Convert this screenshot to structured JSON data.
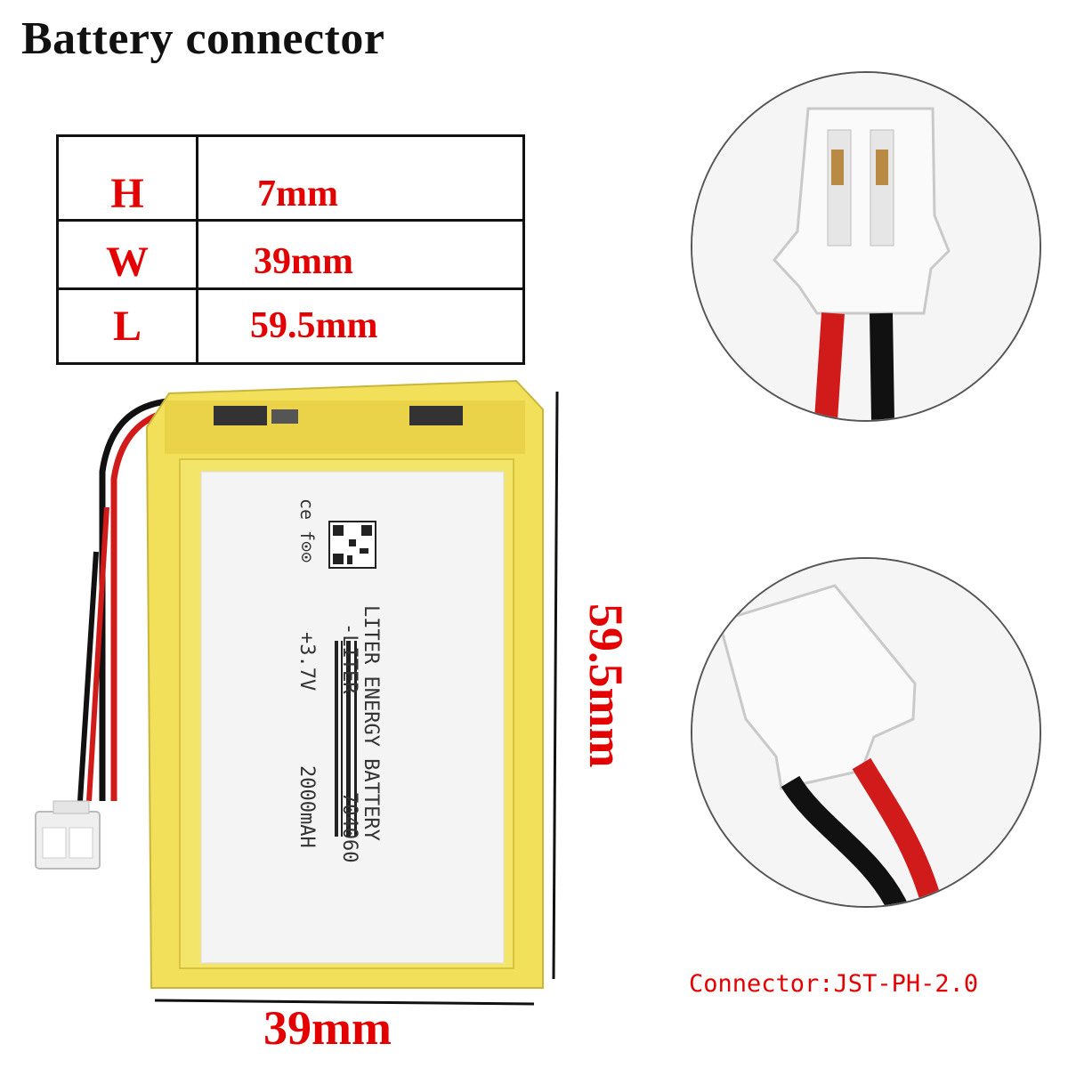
{
  "title": "Battery connector",
  "specs": [
    {
      "letter": "H",
      "value": "7mm"
    },
    {
      "letter": "W",
      "value": "39mm"
    },
    {
      "letter": "L",
      "value": "59.5mm"
    }
  ],
  "battery": {
    "label_brand": "LITER ENERGY BATTERY",
    "label_brand2": "-LITER",
    "label_model": "704060",
    "label_voltage": "+3.7V",
    "label_capacity": "2000mAH",
    "label_small": "ce f⊙⊙"
  },
  "dimensions": {
    "height_label": "59.5mm",
    "width_label": "39mm"
  },
  "connector_caption": "Connector:JST-PH-2.0",
  "colors": {
    "accent": "#e40000",
    "battery_yellow": "#f2df5a",
    "wire_red": "#d11a1a",
    "wire_black": "#111111"
  }
}
